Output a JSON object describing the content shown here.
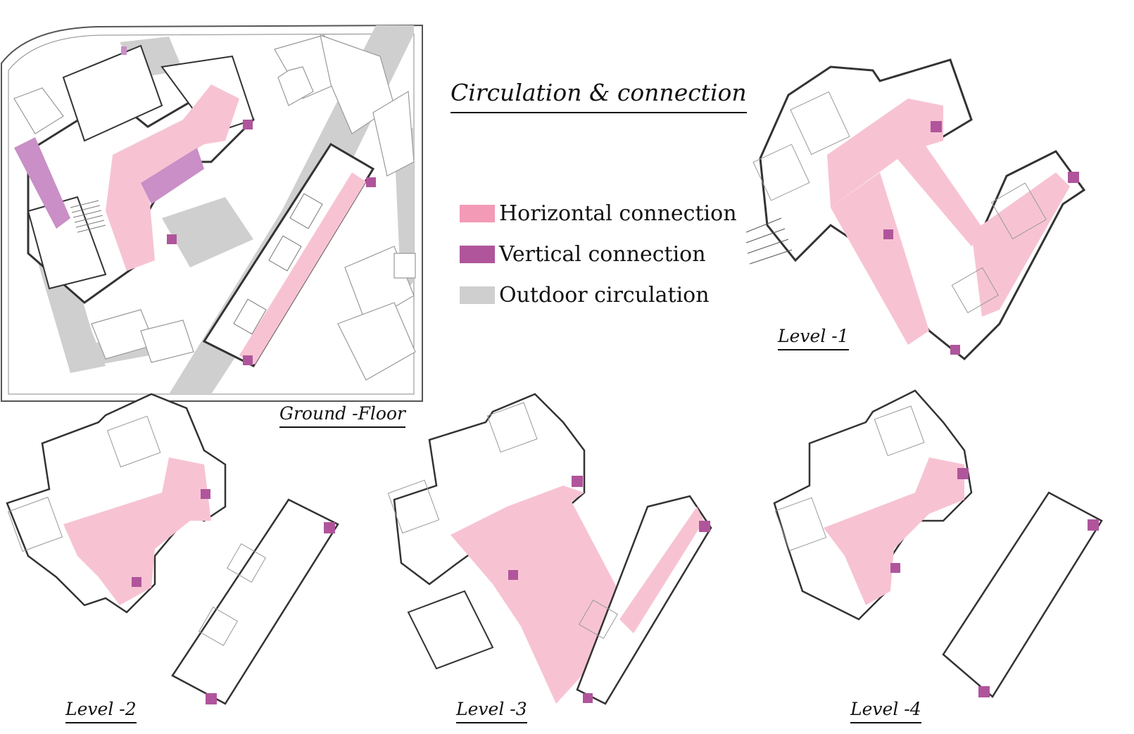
{
  "title": "Circulation & connection",
  "colors": {
    "horizontal": "#f7c3d3",
    "vertical": "#b0559b",
    "outdoor": "#c8c8c8",
    "line": "#333333",
    "room": "#ffffff"
  },
  "legend": [
    {
      "label": "Horizontal connection",
      "color": "#f39ab6"
    },
    {
      "label": "Vertical connection",
      "color": "#b0559b"
    },
    {
      "label": "Outdoor circulation",
      "color": "#cfcfcf"
    }
  ],
  "plans": {
    "ground": {
      "label": "Ground -Floor"
    },
    "level1": {
      "label": "Level -1"
    },
    "level2": {
      "label": "Level -2"
    },
    "level3": {
      "label": "Level -3"
    },
    "level4": {
      "label": "Level -4"
    }
  }
}
